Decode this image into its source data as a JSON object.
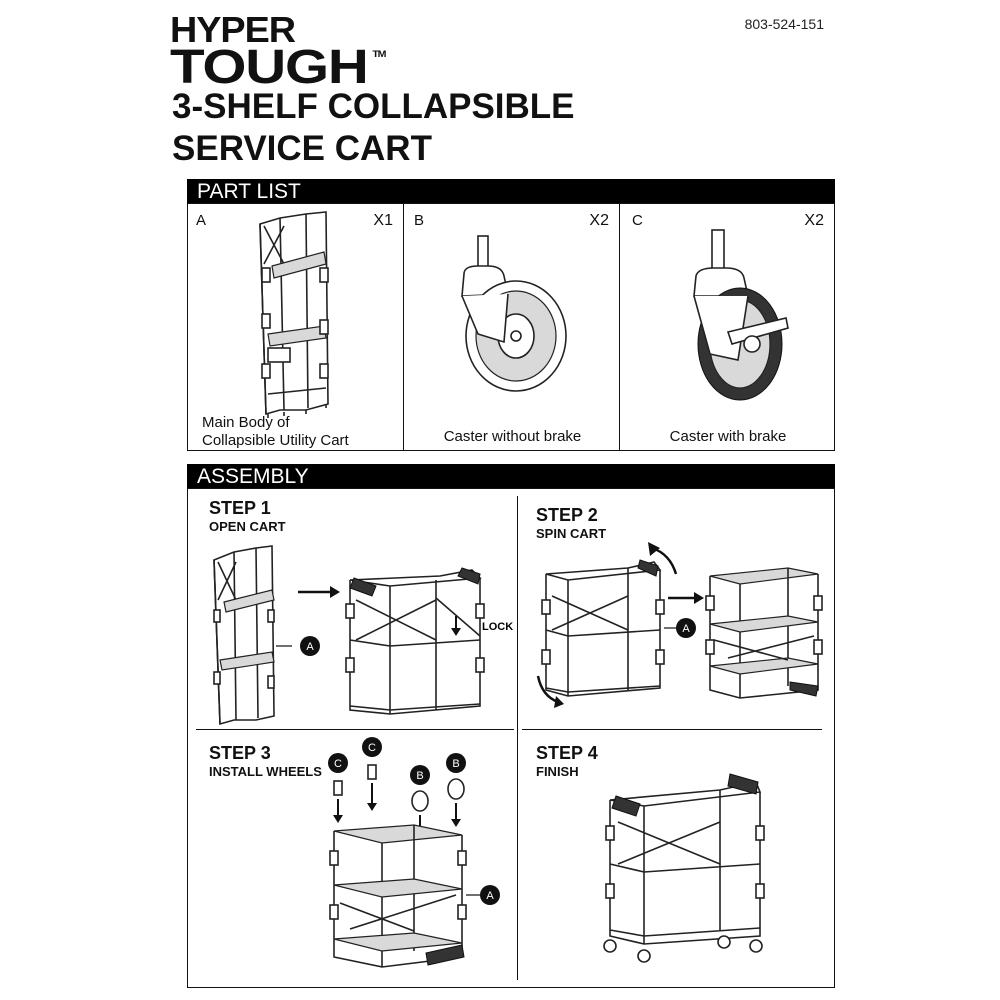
{
  "brand": {
    "line1": "HYPER",
    "line2": "TOUGH",
    "tm": "TM"
  },
  "doc_code": "803-524-151",
  "title": {
    "line1": "3-SHELF COLLAPSIBLE",
    "line2": "SERVICE CART"
  },
  "part_list": {
    "heading": "PART LIST",
    "parts": [
      {
        "letter": "A",
        "qty": "X1",
        "caption1": "Main Body of",
        "caption2": "Collapsible Utility Cart"
      },
      {
        "letter": "B",
        "qty": "X2",
        "caption1": "Caster without brake"
      },
      {
        "letter": "C",
        "qty": "X2",
        "caption1": "Caster with brake"
      }
    ]
  },
  "assembly": {
    "heading": "ASSEMBLY",
    "steps": [
      {
        "title": "STEP 1",
        "subtitle": "OPEN CART",
        "callouts": [
          "A"
        ],
        "label": "LOCK"
      },
      {
        "title": "STEP 2",
        "subtitle": "SPIN CART",
        "callouts": [
          "A"
        ]
      },
      {
        "title": "STEP 3",
        "subtitle": "INSTALL WHEELS",
        "callouts": [
          "C",
          "C",
          "B",
          "B",
          "A"
        ]
      },
      {
        "title": "STEP 4",
        "subtitle": "FINISH"
      }
    ]
  }
}
